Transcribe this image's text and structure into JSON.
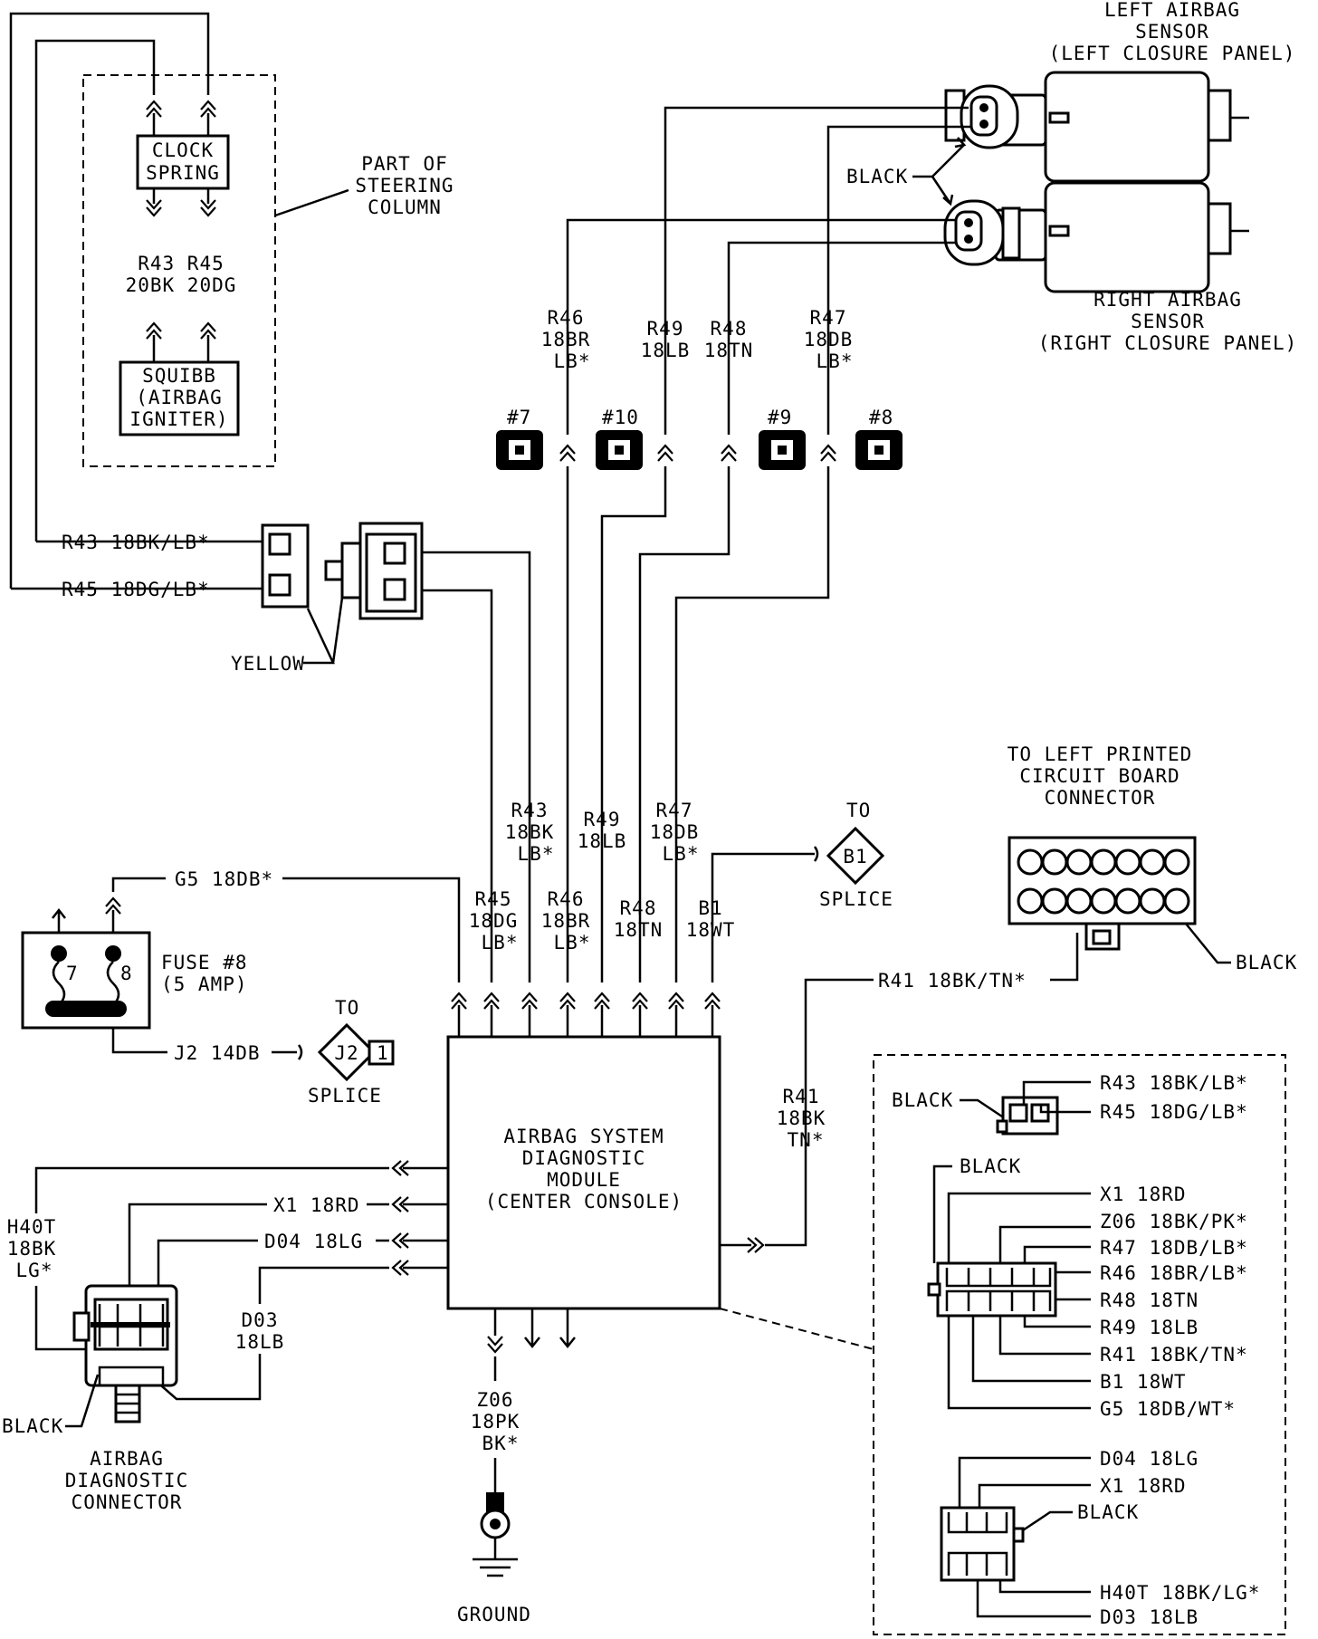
{
  "labels": {
    "left_sensor": [
      "LEFT AIRBAG",
      "SENSOR",
      "(LEFT CLOSURE PANEL)"
    ],
    "right_sensor": [
      "RIGHT AIRBAG",
      "SENSOR",
      "(RIGHT CLOSURE PANEL)"
    ],
    "black_sensor": "BLACK",
    "clock_spring": [
      "CLOCK",
      "SPRING"
    ],
    "part_of_column": [
      "PART OF",
      "STEERING",
      "COLUMN"
    ],
    "r43_r45_top": [
      "R43 R45",
      "20BK 20DG"
    ],
    "squibb": [
      "SQUIBB",
      "(AIRBAG",
      "IGNITER)"
    ],
    "r46_top": [
      "R46",
      "18BR",
      "LB*"
    ],
    "r49_top": [
      "R49",
      "18LB"
    ],
    "r48_top": [
      "R48",
      "18TN"
    ],
    "r47_top": [
      "R47",
      "18DB",
      "LB*"
    ],
    "conn_7": "#7",
    "conn_10": "#10",
    "conn_9": "#9",
    "conn_8": "#8",
    "r43_left": "R43 18BK/LB*",
    "r45_left": "R45 18DG/LB*",
    "yellow": "YELLOW",
    "r43_mid": [
      "R43",
      "18BK",
      "LB*"
    ],
    "r49_mid": [
      "R49",
      "18LB"
    ],
    "r47_mid": [
      "R47",
      "18DB",
      "LB*"
    ],
    "to_b1": "TO",
    "b1": "B1",
    "splice_b1": "SPLICE",
    "g5": "G5 18DB*",
    "r45_mid": [
      "R45",
      "18DG",
      "LB*"
    ],
    "r46_mid": [
      "R46",
      "18BR",
      "LB*"
    ],
    "r48_mid": [
      "R48",
      "18TN"
    ],
    "b1_mid": [
      "B1",
      "18WT"
    ],
    "fuse": [
      "FUSE #8",
      "(5 AMP)"
    ],
    "fuse_7": "7",
    "fuse_8": "8",
    "to_j2": "TO",
    "j2": "J2",
    "j2_pin": "1",
    "splice_j2": "SPLICE",
    "j2_wire": "J2 14DB",
    "pcb": [
      "TO LEFT PRINTED",
      "CIRCUIT BOARD",
      "CONNECTOR"
    ],
    "black_pcb": "BLACK",
    "r41_h": "R41 18BK/TN*",
    "r41_v": [
      "R41",
      "18BK",
      "TN*"
    ],
    "module": [
      "AIRBAG SYSTEM",
      "DIAGNOSTIC",
      "MODULE",
      "(CENTER CONSOLE)"
    ],
    "h40t": [
      "H40T",
      "18BK",
      "LG*"
    ],
    "x1_left": "X1 18RD",
    "d04_left": "D04 18LG",
    "d03_left": [
      "D03",
      "18LB"
    ],
    "black_diag": "BLACK",
    "diag_conn": [
      "AIRBAG",
      "DIAGNOSTIC",
      "CONNECTOR"
    ],
    "z06": [
      "Z06",
      "18PK",
      "BK*"
    ],
    "ground": "GROUND",
    "inset1_black": "BLACK",
    "inset1_r43": "R43 18BK/LB*",
    "inset1_r45": "R45 18DG/LB*",
    "inset2_black": "BLACK",
    "inset2_pins": [
      "X1 18RD",
      "Z06 18BK/PK*",
      "R47 18DB/LB*",
      "R46 18BR/LB*",
      "R48 18TN",
      "R49 18LB",
      "R41 18BK/TN*",
      "B1 18WT",
      "G5 18DB/WT*"
    ],
    "inset3_pins_top": [
      "D04 18LG",
      "X1 18RD"
    ],
    "inset3_black": "BLACK",
    "inset3_pins_bottom": [
      "H40T 18BK/LG*",
      "D03 18LB"
    ]
  }
}
